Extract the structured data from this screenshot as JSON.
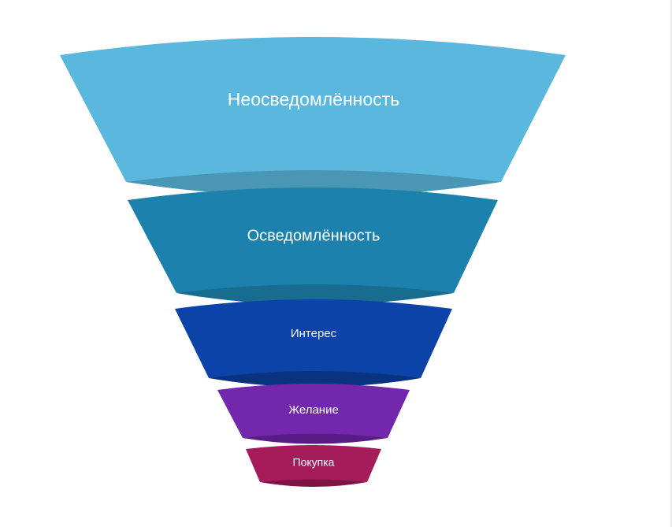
{
  "funnel": {
    "stages": [
      {
        "label": "Неосведомлённость",
        "color": "#5ab7dd",
        "shade": "#4a96b5"
      },
      {
        "label": "Осведомлённость",
        "color": "#1c82ad",
        "shade": "#176c90"
      },
      {
        "label": "Интерес",
        "color": "#0c43a8",
        "shade": "#09337f"
      },
      {
        "label": "Желание",
        "color": "#7227ad",
        "shade": "#571d84"
      },
      {
        "label": "Покупка",
        "color": "#a61b5a",
        "shade": "#7e1444"
      }
    ]
  }
}
